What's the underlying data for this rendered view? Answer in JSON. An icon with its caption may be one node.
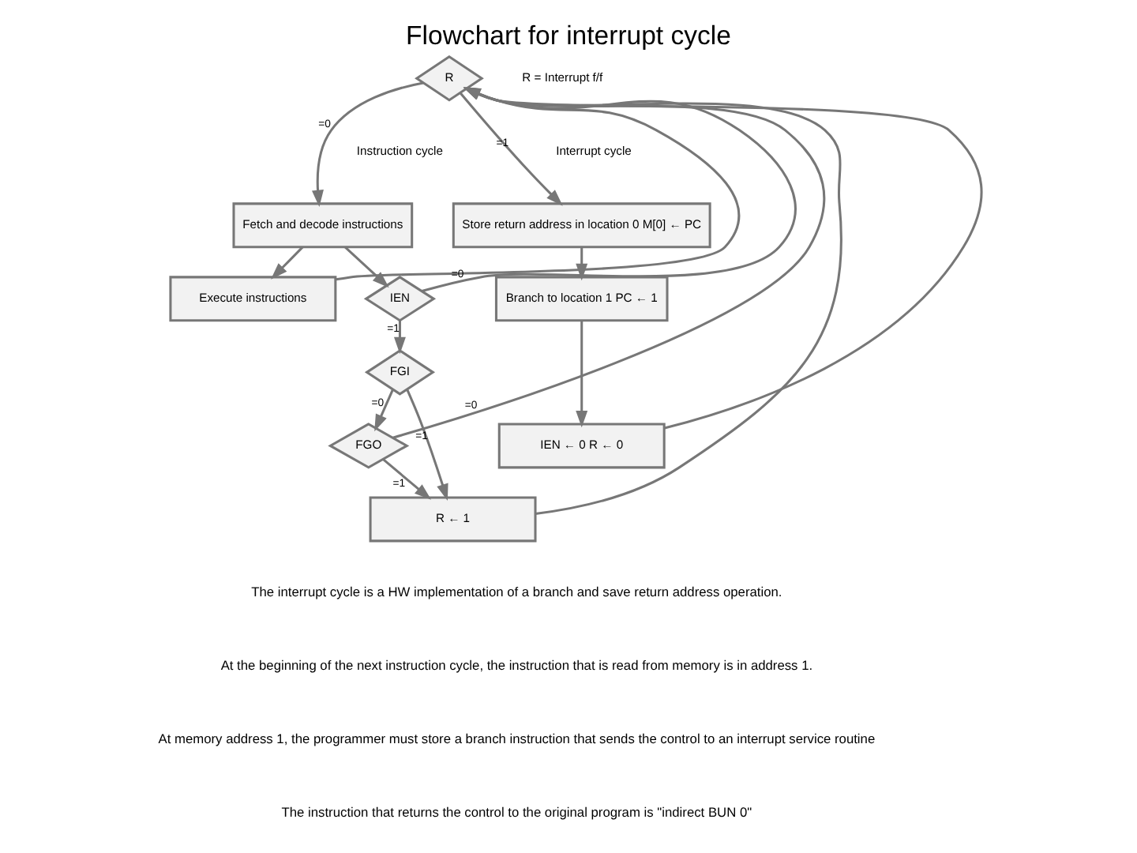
{
  "diagram": {
    "title": "Flowchart for interrupt cycle",
    "nodes": [
      {
        "text": [
          "R"
        ]
      },
      {
        "text": [
          "Fetch and decode instructions"
        ]
      },
      {
        "text": [
          "Execute instructions"
        ]
      },
      {
        "text": [
          "IEN"
        ]
      },
      {
        "text": [
          "FGI"
        ]
      },
      {
        "text": [
          "FGO"
        ]
      },
      {
        "text": [
          "R ← 1"
        ]
      },
      {
        "text": [
          "Store return address in location 0 M[0] ← PC"
        ]
      },
      {
        "text": [
          "Branch to location 1 PC ← 1"
        ]
      },
      {
        "text": [
          "IEN ← 0 R ← 0"
        ]
      }
    ],
    "edges": [
      {
        "from": 0,
        "to": 1,
        "arrow": "to",
        "label": "=0"
      },
      {
        "from": 0,
        "to": 7,
        "arrow": "to",
        "label": "=1"
      },
      {
        "from": 1,
        "to": 2,
        "arrow": "to"
      },
      {
        "from": 1,
        "to": 3,
        "arrow": "to"
      },
      {
        "from": 3,
        "to": 4,
        "arrow": "to",
        "label": "=1"
      },
      {
        "from": 3,
        "to": 0,
        "arrow": "to",
        "label": "=0"
      },
      {
        "from": 4,
        "to": 6,
        "arrow": "to",
        "label": "=1"
      },
      {
        "from": 4,
        "to": 5,
        "arrow": "to",
        "label": "=0"
      },
      {
        "from": 5,
        "to": 6,
        "arrow": "to",
        "label": "=1"
      },
      {
        "from": 5,
        "to": 0,
        "arrow": "to",
        "label": "=0"
      },
      {
        "from": 2,
        "to": 0,
        "arrow": "to"
      },
      {
        "from": 6,
        "to": 0,
        "arrow": "to"
      },
      {
        "from": 7,
        "to": 8,
        "arrow": "to"
      },
      {
        "from": 8,
        "to": 9,
        "arrow": "to"
      },
      {
        "from": 9,
        "to": 0,
        "arrow": "to"
      }
    ],
    "labels": [
      "R = Interrupt f/f",
      "Instruction cycle",
      "Interrupt cycle",
      "The interrupt cycle is a HW implementation of a branch and save return address operation.",
      "At the beginning of the next instruction cycle, the instruction that is read from memory is in address 1.",
      "At memory address 1, the programmer must store a branch instruction that sends the control to an interrupt service routine",
      "The instruction that returns the control to the original program is \"indirect BUN 0\""
    ]
  }
}
